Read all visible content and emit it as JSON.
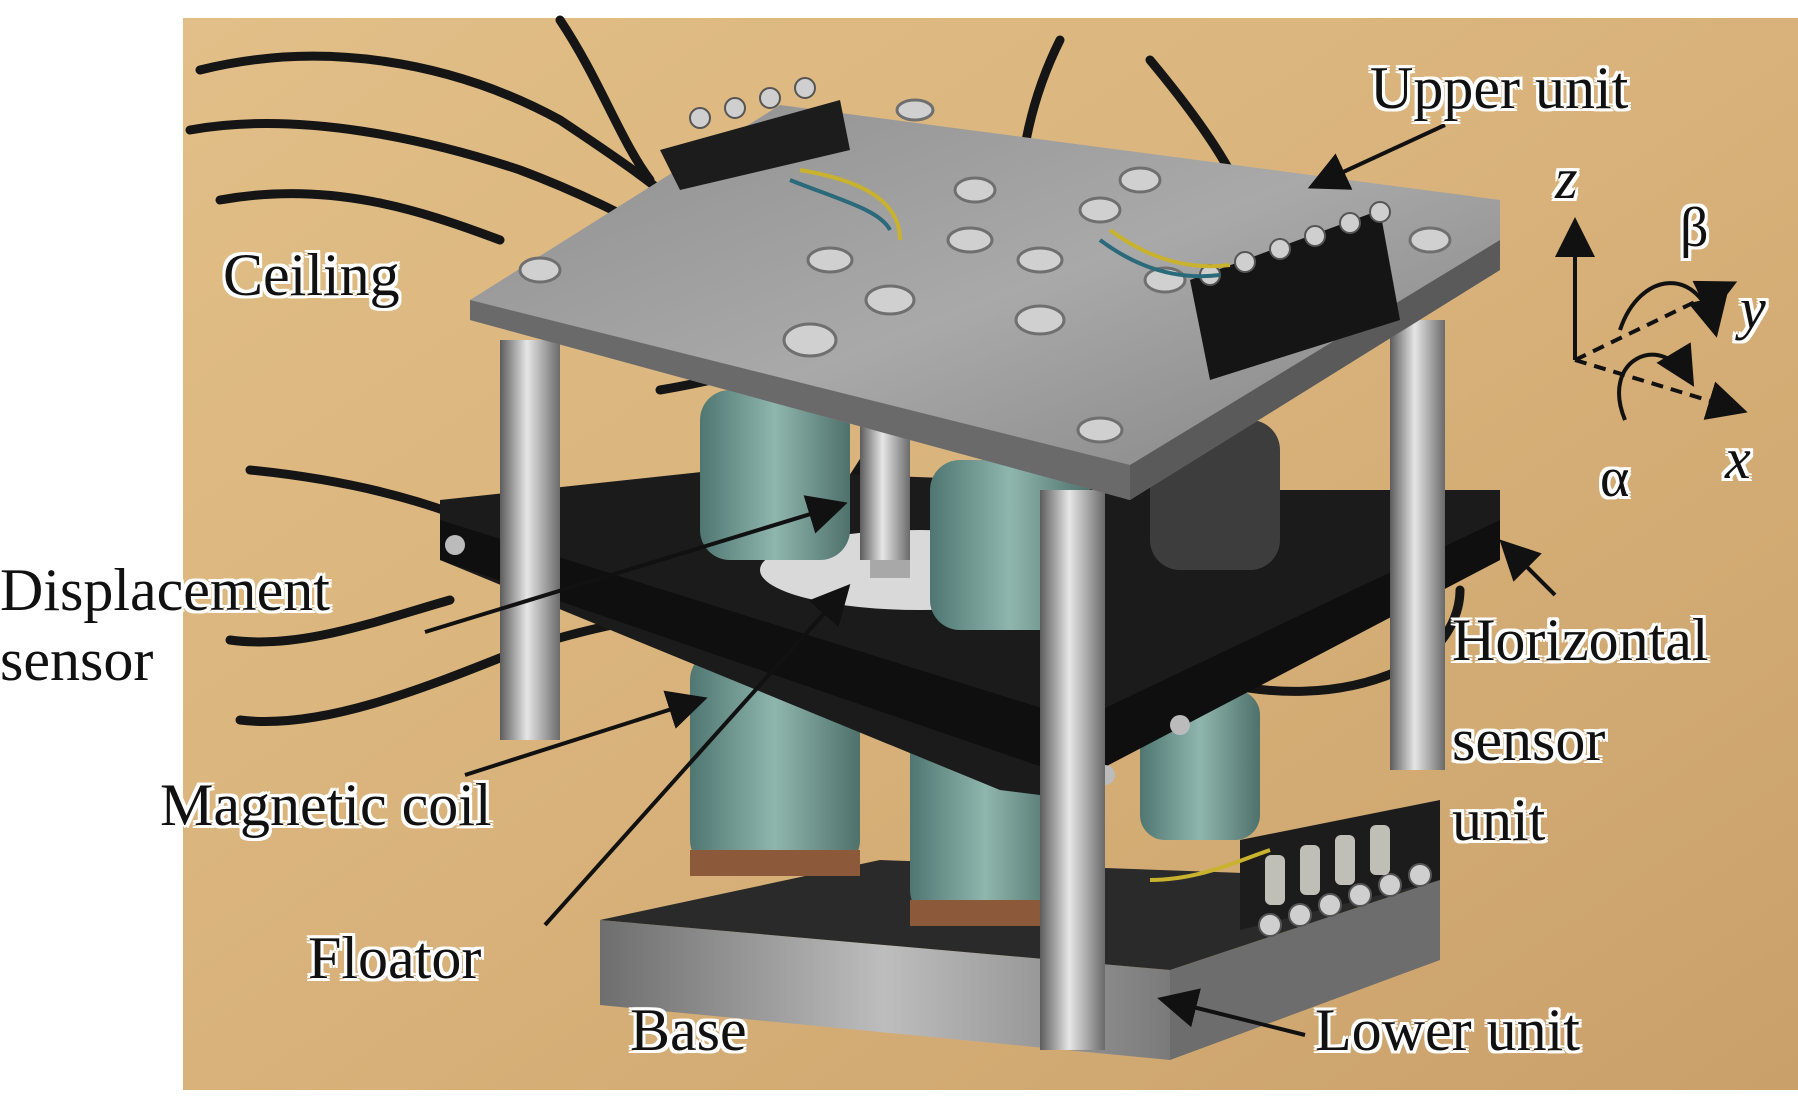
{
  "labels": {
    "ceiling": "Ceiling",
    "upper_unit": "Upper unit",
    "displacement_sensor_line1": "Displacement",
    "displacement_sensor_line2": "sensor",
    "magnetic_coil": "Magnetic coil",
    "floator": "Floator",
    "base": "Base",
    "lower_unit": "Lower unit",
    "horizontal_sensor_line1": "Horizontal",
    "horizontal_sensor_line2": "sensor",
    "horizontal_sensor_line3": "unit"
  },
  "axes": {
    "z": "z",
    "y": "y",
    "x": "x",
    "alpha": "α",
    "beta": "β"
  },
  "colors": {
    "background": "#d9b27c",
    "metal": "#9a9a9a",
    "black_plate": "#1c1c1c",
    "coil": "#6f9a92"
  }
}
